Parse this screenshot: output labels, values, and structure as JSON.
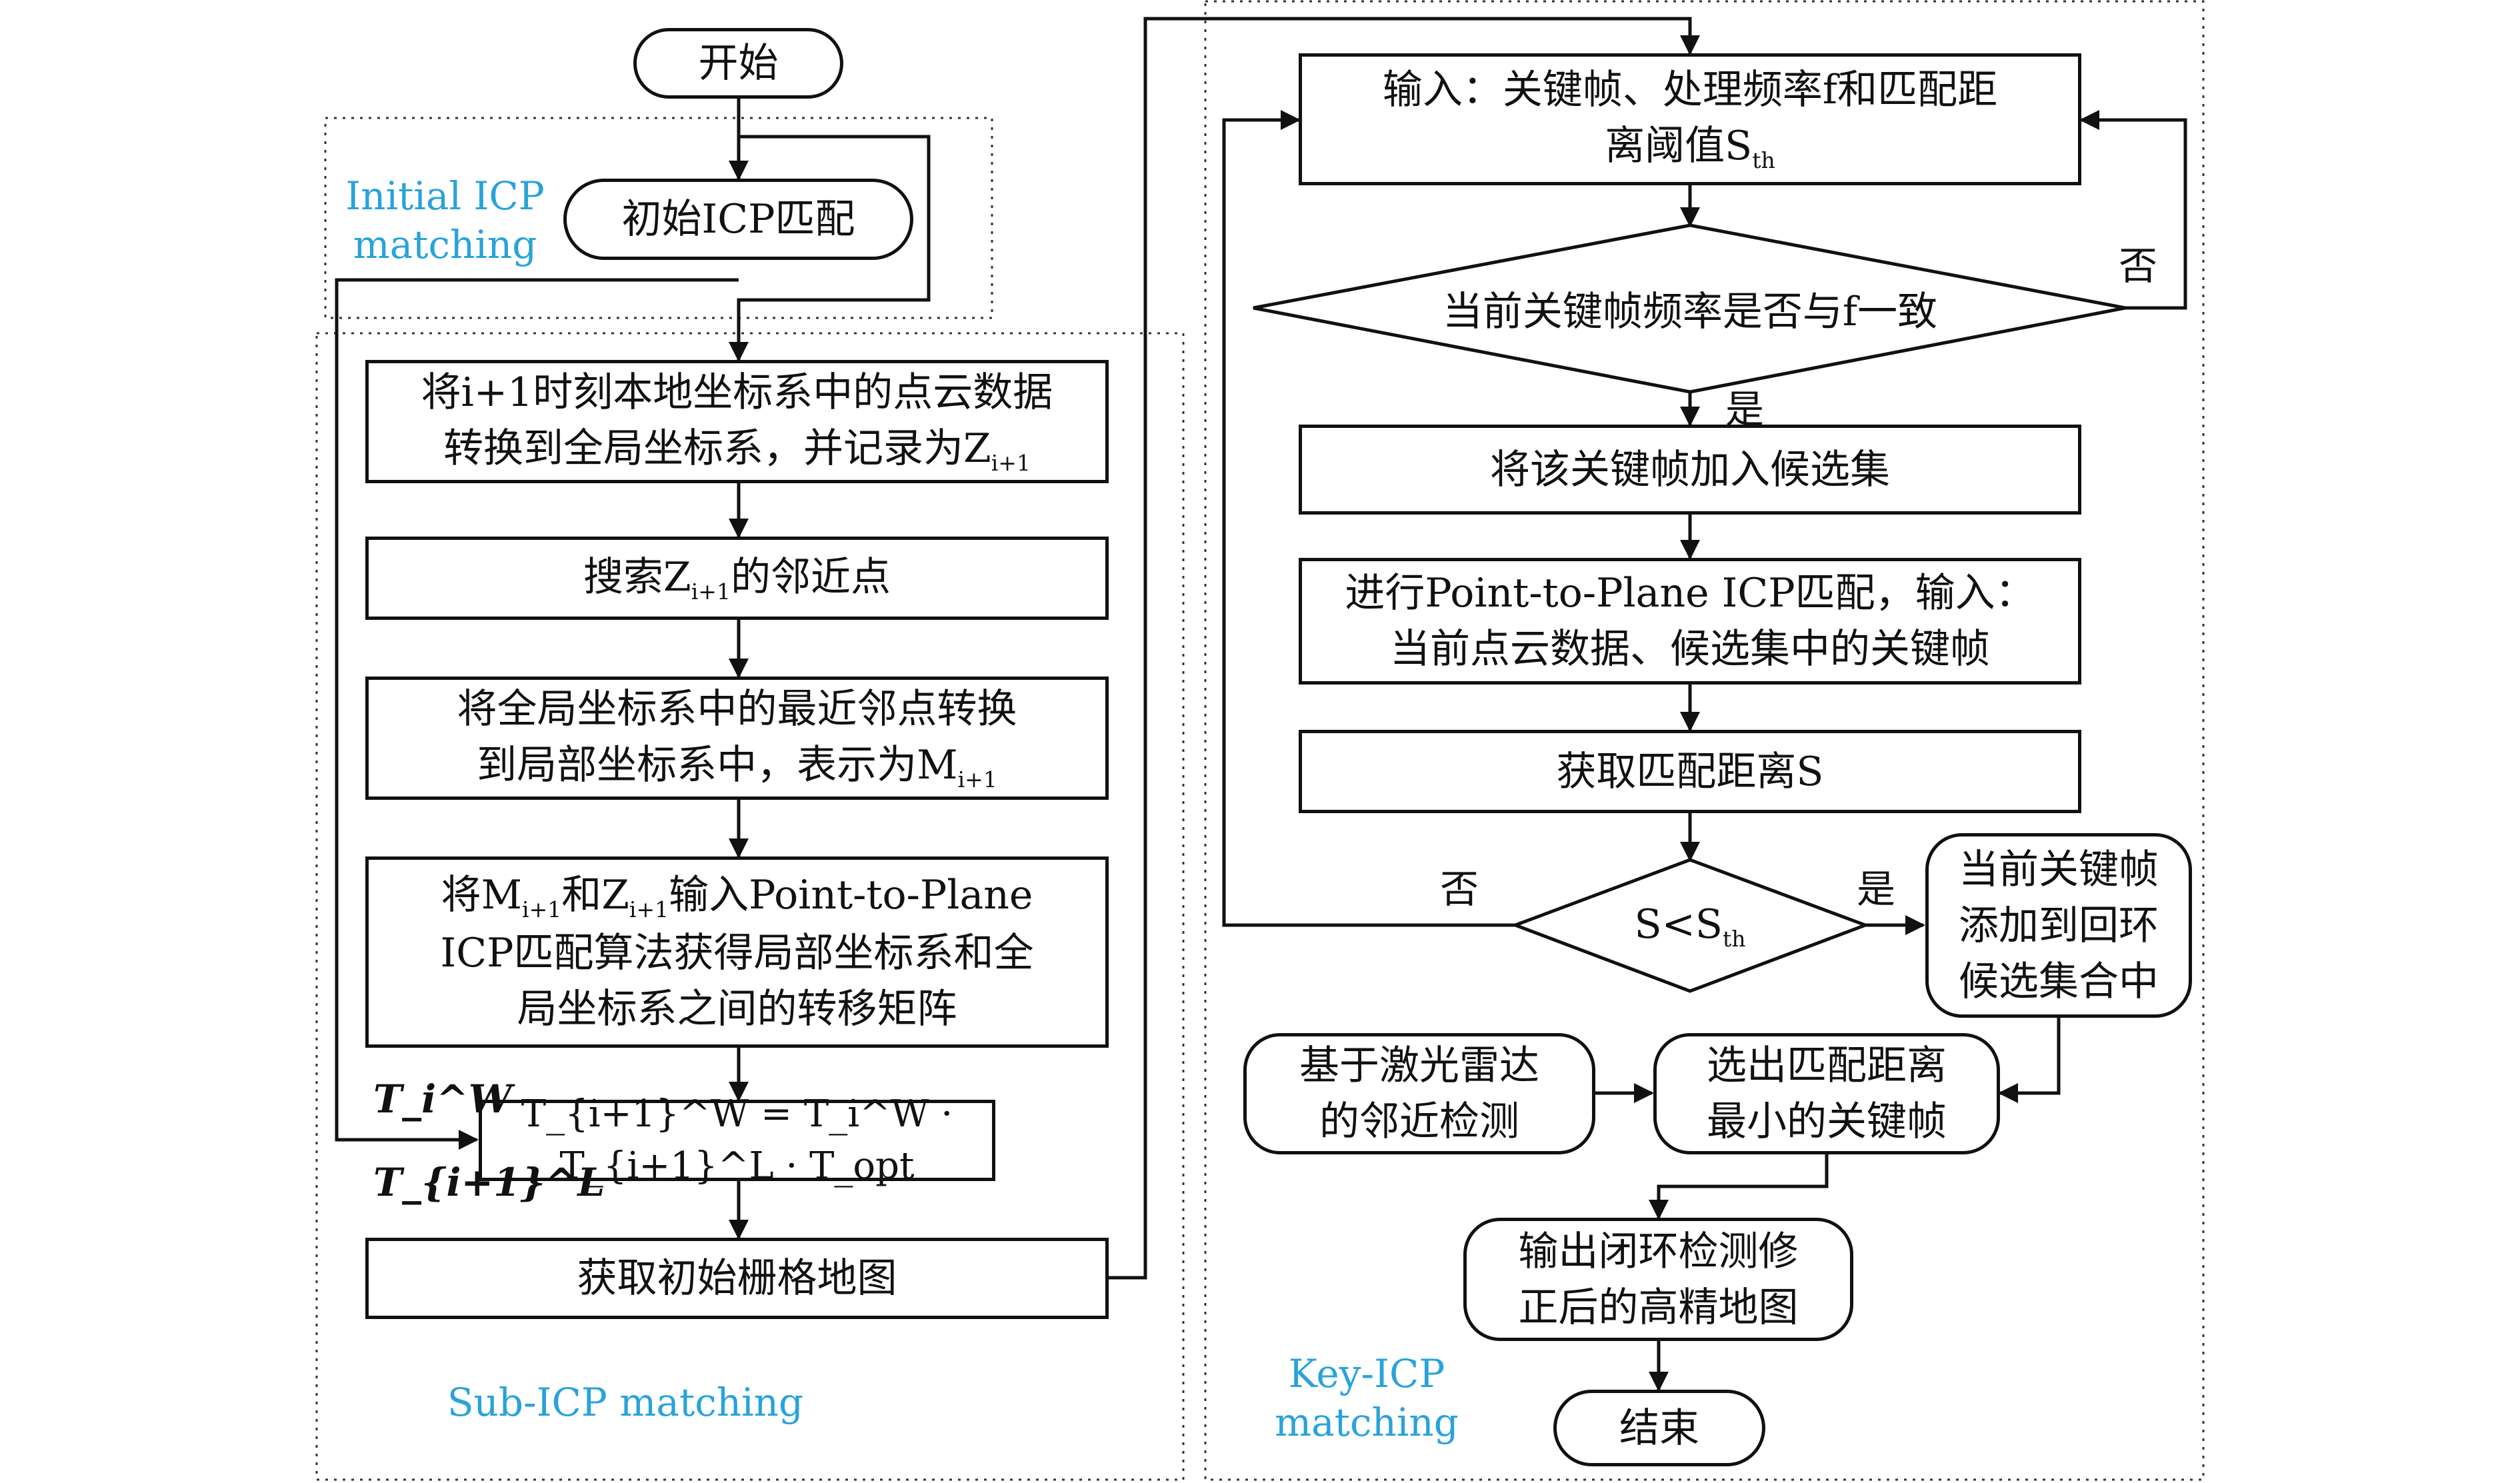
{
  "nodes": {
    "start": "开始",
    "initial_icp": "初始ICP匹配",
    "transform_global_l1": "将i+1时刻本地坐标系中的点云数据",
    "transform_global_l2": "转换到全局坐标系，并记录为Z",
    "transform_global_sub": "i+1",
    "search_pre": "搜索Z",
    "search_sub": "i+1",
    "search_post": "的邻近点",
    "nearest_l1": "将全局坐标系中的最近邻点转换",
    "nearest_l2": "到局部坐标系中，表示为M",
    "nearest_sub": "i+1",
    "icp_l1": "将M",
    "icp_l1_sub1": "i+1",
    "icp_l1_mid": "和Z",
    "icp_l1_sub2": "i+1",
    "icp_l1_post": "输入Point-to-Plane",
    "icp_l2": "ICP匹配算法获得局部坐标系和全",
    "icp_l3": "局坐标系之间的转移矩阵",
    "equation": "T_{i+1}^W = T_i^W · T_{i+1}^L · T_opt",
    "grid_map": "获取初始栅格地图",
    "input_l1": "输入：关键帧、处理频率f和匹配距",
    "input_l2": "离阈值S",
    "input_sub": "th",
    "freq_check": "当前关键帧频率是否与f一致",
    "add_candidate": "将该关键帧加入候选集",
    "p2p_l1": "进行Point-to-Plane ICP匹配，输入：",
    "p2p_l2": "当前点云数据、候选集中的关键帧",
    "get_distance": "获取匹配距离S",
    "dist_check": "S<S",
    "dist_check_sub": "th",
    "add_loop_l1": "当前关键帧",
    "add_loop_l2": "添加到回环",
    "add_loop_l3": "候选集合中",
    "lidar_l1": "基于激光雷达",
    "lidar_l2": "的邻近检测",
    "select_l1": "选出匹配距离",
    "select_l2": "最小的关键帧",
    "output_l1": "输出闭环检测修",
    "output_l2": "正后的高精地图",
    "end": "结束"
  },
  "labels": {
    "yes": "是",
    "no": "否",
    "ti_w": "T_i^W",
    "ti1_l": "T_{i+1}^L"
  },
  "regions": {
    "initial_icp_l1": "Initial ICP",
    "initial_icp_l2": "matching",
    "sub_icp": "Sub-ICP matching",
    "key_icp_l1": "Key-ICP",
    "key_icp_l2": "matching"
  },
  "colors": {
    "region_label": "#29a3d9",
    "stroke": "#111111"
  }
}
